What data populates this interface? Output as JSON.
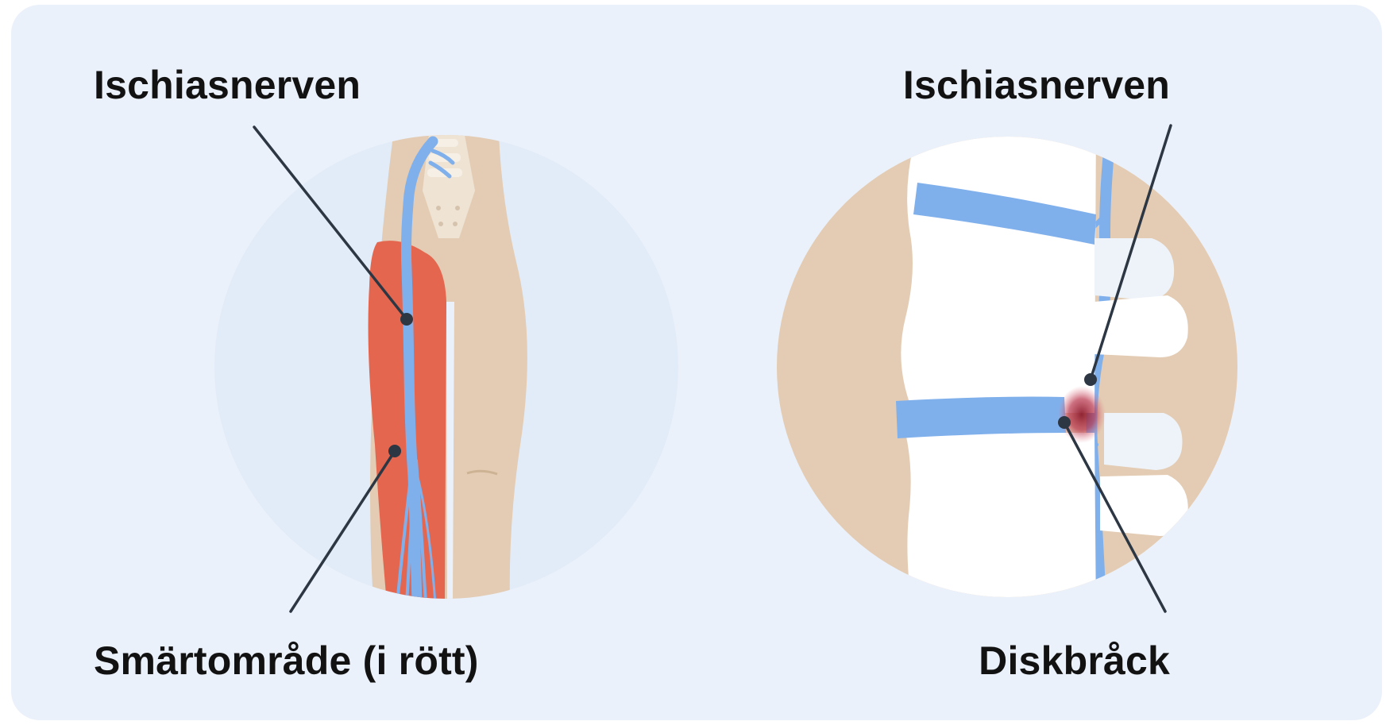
{
  "labels": {
    "left_nerve": "Ischiasnerven",
    "pain_area": "Smärtområde (i rött)",
    "right_nerve": "Ischiasnerven",
    "herniation": "Diskbråck"
  },
  "colors": {
    "background": "#ebf1fa",
    "skin": "#e3ccb3",
    "pain_area": "#e4664f",
    "nerve": "#80b0ec",
    "bone": "#ffffff",
    "herniation": "#8c1c2c",
    "leader_line": "#2d3744"
  }
}
